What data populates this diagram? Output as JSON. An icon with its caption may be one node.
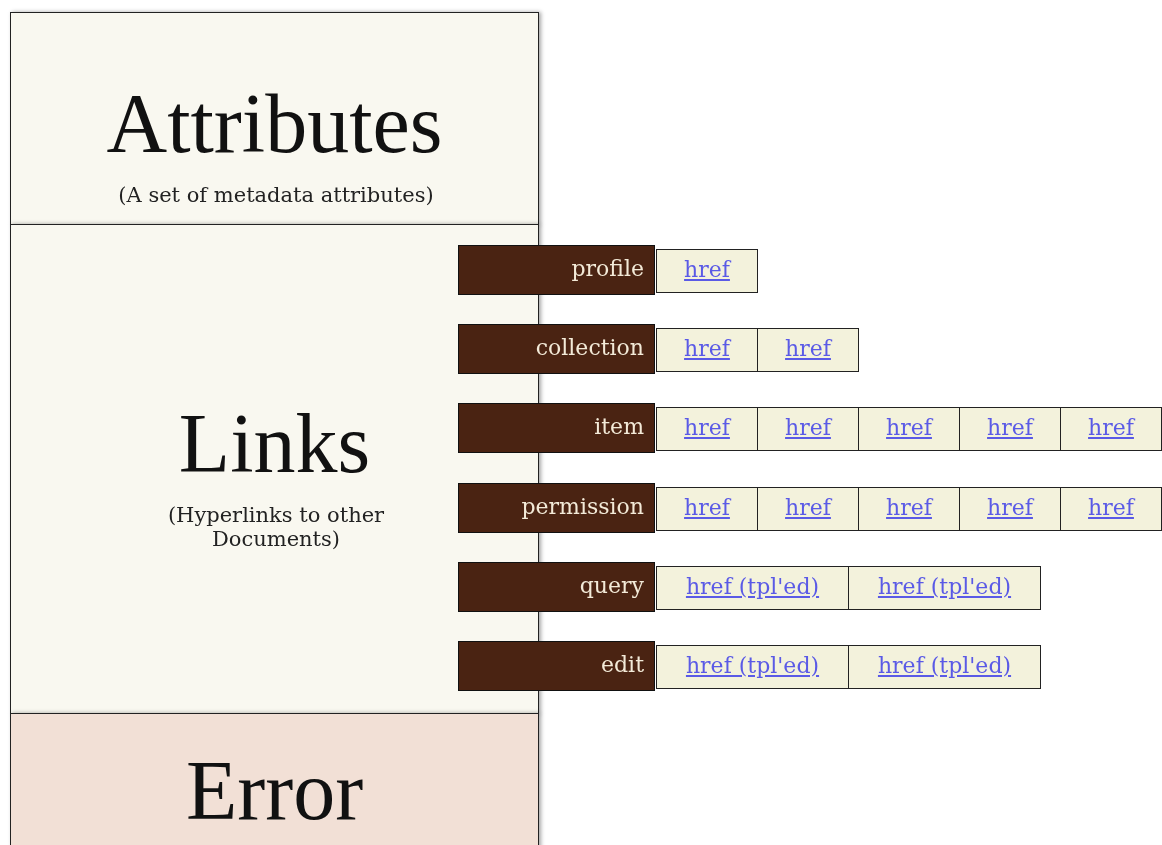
{
  "diagram": {
    "nodes": [
      {
        "text": [
          "Attributes",
          "(A set of metadata attributes)"
        ]
      },
      {
        "text": [
          "Links",
          "(Hyperlinks to other Documents)"
        ]
      },
      {
        "text": [
          "Error"
        ]
      },
      {
        "text": [
          "profile"
        ]
      },
      {
        "text": [
          "href"
        ]
      },
      {
        "text": [
          "collection"
        ]
      },
      {
        "text": [
          "href"
        ]
      },
      {
        "text": [
          "href"
        ]
      },
      {
        "text": [
          "item"
        ]
      },
      {
        "text": [
          "href"
        ]
      },
      {
        "text": [
          "href"
        ]
      },
      {
        "text": [
          "href"
        ]
      },
      {
        "text": [
          "href"
        ]
      },
      {
        "text": [
          "href"
        ]
      },
      {
        "text": [
          "permission"
        ]
      },
      {
        "text": [
          "href"
        ]
      },
      {
        "text": [
          "href"
        ]
      },
      {
        "text": [
          "href"
        ]
      },
      {
        "text": [
          "href"
        ]
      },
      {
        "text": [
          "href"
        ]
      },
      {
        "text": [
          "query"
        ]
      },
      {
        "text": [
          "href (tpl'ed)"
        ]
      },
      {
        "text": [
          "href (tpl'ed)"
        ]
      },
      {
        "text": [
          "edit"
        ]
      },
      {
        "text": [
          "href (tpl'ed)"
        ]
      },
      {
        "text": [
          "href (tpl'ed)"
        ]
      }
    ]
  }
}
